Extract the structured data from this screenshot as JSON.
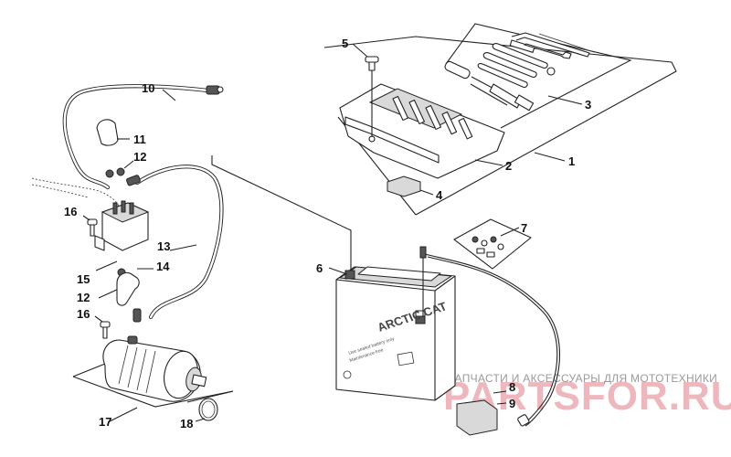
{
  "diagram": {
    "callouts": [
      {
        "id": "1",
        "label": "1"
      },
      {
        "id": "2",
        "label": "2"
      },
      {
        "id": "3",
        "label": "3"
      },
      {
        "id": "4",
        "label": "4"
      },
      {
        "id": "5",
        "label": "5"
      },
      {
        "id": "6",
        "label": "6"
      },
      {
        "id": "7",
        "label": "7"
      },
      {
        "id": "8",
        "label": "8"
      },
      {
        "id": "9",
        "label": "9"
      },
      {
        "id": "10",
        "label": "10"
      },
      {
        "id": "11",
        "label": "11"
      },
      {
        "id": "12a",
        "label": "12"
      },
      {
        "id": "12b",
        "label": "12"
      },
      {
        "id": "13",
        "label": "13"
      },
      {
        "id": "14",
        "label": "14"
      },
      {
        "id": "15",
        "label": "15"
      },
      {
        "id": "16a",
        "label": "16"
      },
      {
        "id": "16b",
        "label": "16"
      },
      {
        "id": "17",
        "label": "17"
      },
      {
        "id": "18",
        "label": "18"
      }
    ],
    "battery_brand": "ARCTIC CAT",
    "battery_fine_print": [
      "Use sealed battery only",
      "Maintenance free"
    ]
  },
  "watermark": {
    "caption": "ЗАПЧАСТИ И АКСЕССУАРЫ ДЛЯ МОТОТЕХНИКИ",
    "logo": "PARTSFOR.RU"
  }
}
